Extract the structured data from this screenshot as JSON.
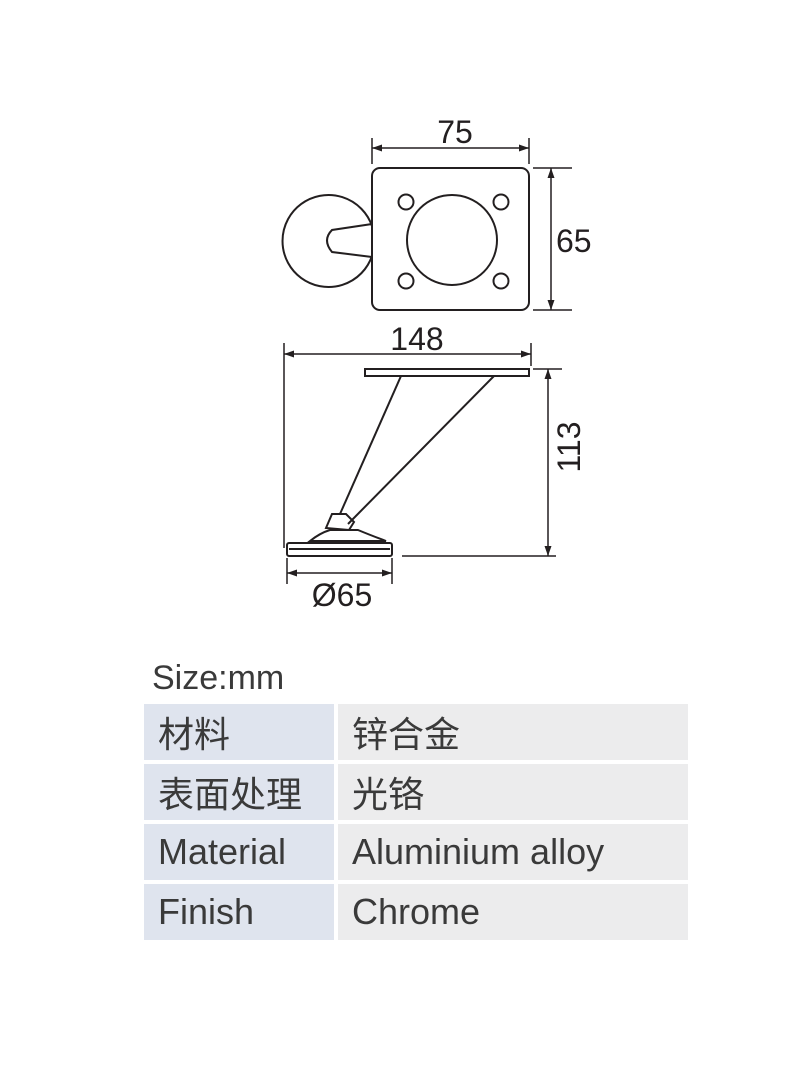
{
  "drawing": {
    "dimensions": {
      "plate_width": "75",
      "plate_height": "65",
      "overall_length": "148",
      "height": "113",
      "base_diameter": "Ø65"
    }
  },
  "size_label": "Size:mm",
  "specs": [
    {
      "key": "材料",
      "value": "锌合金"
    },
    {
      "key": "表面处理",
      "value": "光铬"
    },
    {
      "key": "Material",
      "value": "Aluminium alloy"
    },
    {
      "key": "Finish",
      "value": "Chrome"
    }
  ]
}
